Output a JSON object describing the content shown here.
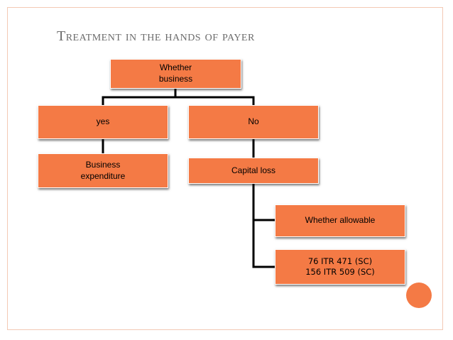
{
  "slide": {
    "title": "Treatment in the hands of payer"
  },
  "tree": {
    "root": "Whether\nbusiness",
    "yes": "yes",
    "no": "No",
    "business_expenditure": "Business\nexpenditure",
    "capital_loss": "Capital loss",
    "whether_allowable": "Whether allowable",
    "citations": "76 ITR 471 (SC)\n156 ITR 509 (SC)"
  },
  "colors": {
    "node_fill": "#f47a45",
    "connector": "#000000",
    "title": "#6b6b6b"
  }
}
